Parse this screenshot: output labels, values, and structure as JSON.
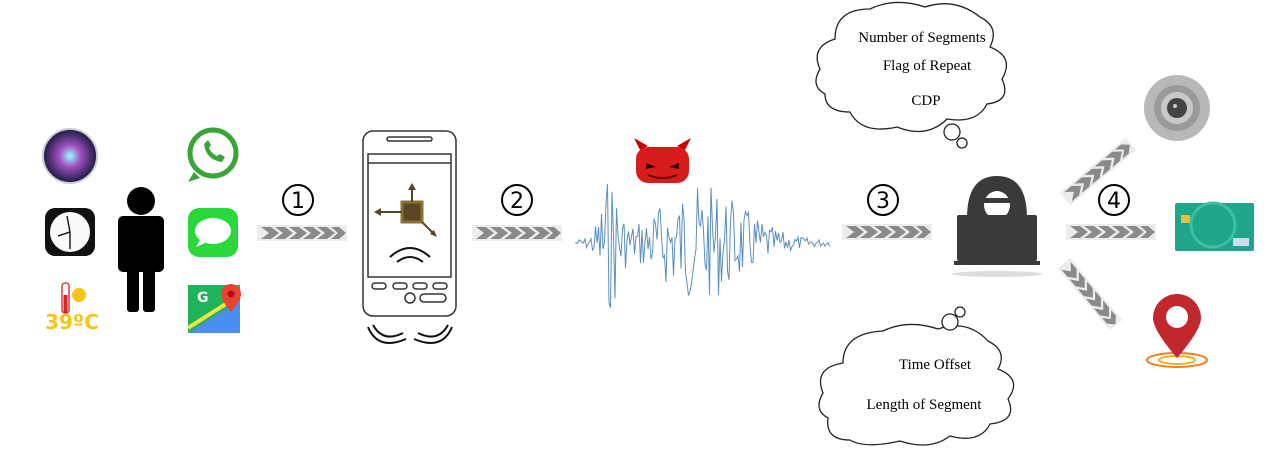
{
  "steps": [
    "1",
    "2",
    "3",
    "4"
  ],
  "sensors": {
    "temperature_label": "39ºC"
  },
  "cloud_top": {
    "lines": [
      "Number of Segments",
      "Flag of Repeat",
      "CDP"
    ]
  },
  "cloud_bottom": {
    "lines": [
      "Time Offset",
      "Length of Segment"
    ]
  },
  "colors": {
    "arrow": "#8a8a8a",
    "wave": "#5a8fc0",
    "hacker": "#3a3a3a",
    "card": "#1fa589",
    "pin": "#c0282d",
    "messages": "#2ad83c",
    "whatsapp": "#3aa33a"
  }
}
